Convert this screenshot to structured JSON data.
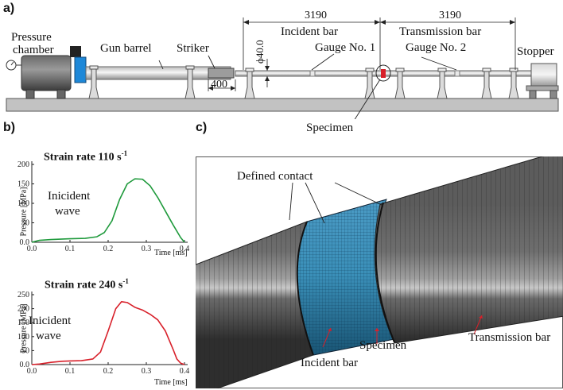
{
  "panel_a": {
    "letter": "a)",
    "labels": {
      "pressure_chamber_1": "Pressure",
      "pressure_chamber_2": "chamber",
      "gun_barrel": "Gun barrel",
      "striker": "Striker",
      "incident_bar": "Incident bar",
      "transmission_bar": "Transmission bar",
      "gauge1": "Gauge No. 1",
      "gauge2": "Gauge No. 2",
      "stopper": "Stopper",
      "specimen": "Specimen",
      "dim_incident": "3190",
      "dim_transmission": "3190",
      "dim_diameter": "ϕ40.0",
      "dim_striker": "400"
    }
  },
  "panel_b": {
    "letter": "b)"
  },
  "panel_c": {
    "letter": "c)",
    "labels": {
      "defined_contact": "Defined contact",
      "specimen": "Specimen",
      "incident_bar": "Incident bar",
      "transmission_bar": "Transmission bar"
    }
  },
  "colors": {
    "green": "#1f9a3c",
    "red": "#d8202a",
    "steel_dark": "#4a4a4a",
    "specimen_blue": "#3a8fb8",
    "gauge_blue": "#1e88d8"
  },
  "chart_data": [
    {
      "type": "line",
      "title": "Strain rate 110 s",
      "title_sup": "-1",
      "ylabel": "Pressure [MPa]",
      "xlabel": "Time [ms]",
      "annotation_1": "Inicident",
      "annotation_2": "wave",
      "xlim": [
        0,
        0.4
      ],
      "ylim": [
        0,
        200
      ],
      "xticks": [
        "0.0",
        "0.1",
        "0.2",
        "0.3",
        "0.4"
      ],
      "yticks": [
        "0.0",
        "50",
        "100",
        "150",
        "200"
      ],
      "series": [
        {
          "x": [
            0.0,
            0.02,
            0.05,
            0.1,
            0.14,
            0.17,
            0.19,
            0.21,
            0.23,
            0.25,
            0.27,
            0.29,
            0.31,
            0.33,
            0.35,
            0.37,
            0.39,
            0.4
          ],
          "y": [
            0,
            5,
            7,
            9,
            10,
            14,
            25,
            55,
            110,
            150,
            163,
            162,
            145,
            115,
            80,
            45,
            12,
            0
          ]
        }
      ]
    },
    {
      "type": "line",
      "title": "Strain rate 240 s",
      "title_sup": "-1",
      "ylabel": "Pressure [MPa]",
      "xlabel": "Time [ms]",
      "annotation_1": "Inicident",
      "annotation_2": "wave",
      "xlim": [
        0,
        0.4
      ],
      "ylim": [
        0,
        250
      ],
      "xticks": [
        "0.0",
        "0.1",
        "0.2",
        "0.3",
        "0.4"
      ],
      "yticks": [
        "0.0",
        "50",
        "100",
        "150",
        "200",
        "250"
      ],
      "series": [
        {
          "x": [
            0.0,
            0.02,
            0.05,
            0.08,
            0.1,
            0.13,
            0.16,
            0.18,
            0.2,
            0.22,
            0.235,
            0.25,
            0.27,
            0.29,
            0.31,
            0.33,
            0.35,
            0.37,
            0.38,
            0.39,
            0.4
          ],
          "y": [
            0,
            2,
            8,
            12,
            13,
            14,
            20,
            45,
            120,
            200,
            225,
            222,
            205,
            195,
            180,
            160,
            120,
            55,
            20,
            5,
            0
          ]
        }
      ]
    }
  ]
}
